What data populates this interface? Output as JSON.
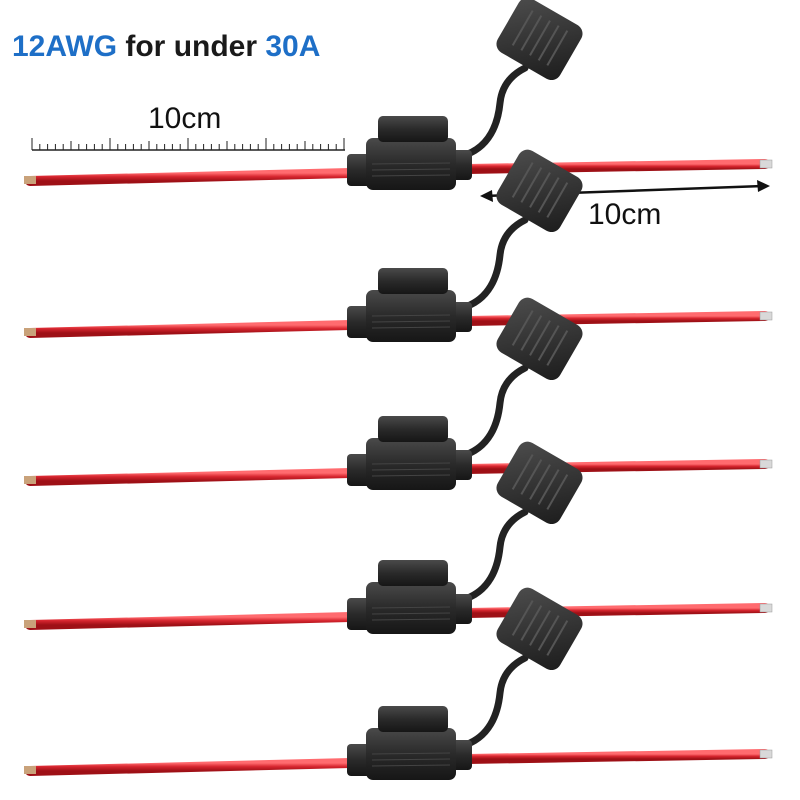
{
  "headline": {
    "gauge": "12AWG",
    "middle": " for under ",
    "current": "30A"
  },
  "dimensions": {
    "left_length": "10cm",
    "right_length": "10cm"
  },
  "colors": {
    "accent": "#1e6fc7",
    "wire": "#d7262f",
    "holder": "#2b2b2b"
  },
  "fuse_holders": {
    "count": 5
  }
}
